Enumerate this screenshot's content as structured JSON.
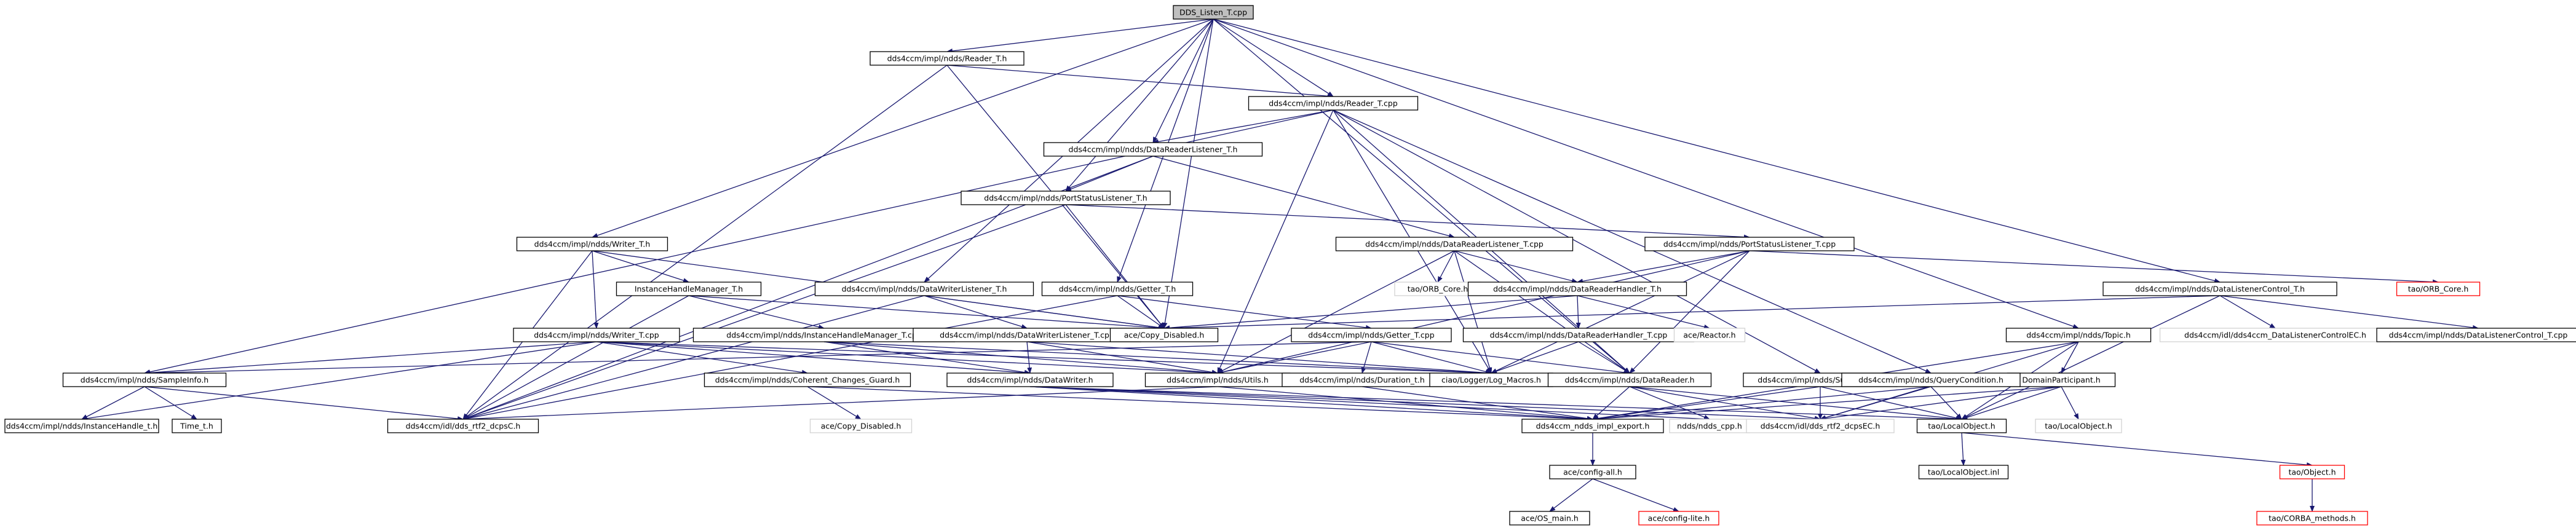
{
  "nodes": [
    {
      "id": "root",
      "label": "DDS_Listen_T.cpp",
      "kind": "root"
    },
    {
      "id": "reader_t_h",
      "label": "dds4ccm/impl/ndds/Reader_T.h",
      "kind": "file"
    },
    {
      "id": "reader_t_cpp",
      "label": "dds4ccm/impl/ndds/Reader_T.cpp",
      "kind": "file"
    },
    {
      "id": "drl_t_h",
      "label": "dds4ccm/impl/ndds/DataReaderListener_T.h",
      "kind": "file"
    },
    {
      "id": "psl_t_h",
      "label": "dds4ccm/impl/ndds/PortStatusListener_T.h",
      "kind": "file"
    },
    {
      "id": "writer_t_h",
      "label": "dds4ccm/impl/ndds/Writer_T.h",
      "kind": "file"
    },
    {
      "id": "ihm_t_h",
      "label": "InstanceHandleManager_T.h",
      "kind": "file"
    },
    {
      "id": "writer_t_cpp",
      "label": "dds4ccm/impl/ndds/Writer_T.cpp",
      "kind": "file"
    },
    {
      "id": "ihm_t_cpp",
      "label": "dds4ccm/impl/ndds/InstanceHandleManager_T.cpp",
      "kind": "file"
    },
    {
      "id": "dwl_t_h",
      "label": "dds4ccm/impl/ndds/DataWriterListener_T.h",
      "kind": "file"
    },
    {
      "id": "dwl_t_cpp",
      "label": "dds4ccm/impl/ndds/DataWriterListener_T.cpp",
      "kind": "file"
    },
    {
      "id": "getter_t_h",
      "label": "dds4ccm/impl/ndds/Getter_T.h",
      "kind": "file"
    },
    {
      "id": "getter_t_cpp",
      "label": "dds4ccm/impl/ndds/Getter_T.cpp",
      "kind": "file"
    },
    {
      "id": "copy_disabled_h",
      "label": "ace/Copy_Disabled.h",
      "kind": "file"
    },
    {
      "id": "drl_t_cpp",
      "label": "dds4ccm/impl/ndds/DataReaderListener_T.cpp",
      "kind": "file"
    },
    {
      "id": "psl_t_cpp",
      "label": "dds4ccm/impl/ndds/PortStatusListener_T.cpp",
      "kind": "file"
    },
    {
      "id": "tao_orb_core_1",
      "label": "tao/ORB_Core.h",
      "kind": "plain"
    },
    {
      "id": "drh_t_h",
      "label": "dds4ccm/impl/ndds/DataReaderHandler_T.h",
      "kind": "file"
    },
    {
      "id": "drh_t_cpp",
      "label": "dds4ccm/impl/ndds/DataReaderHandler_T.cpp",
      "kind": "file"
    },
    {
      "id": "ace_reactor",
      "label": "ace/Reactor.h",
      "kind": "plain"
    },
    {
      "id": "dlc_t_h",
      "label": "dds4ccm/impl/ndds/DataListenerControl_T.h",
      "kind": "file"
    },
    {
      "id": "dlc_ec_h",
      "label": "dds4ccm/idl/dds4ccm_DataListenerControlEC.h",
      "kind": "plain"
    },
    {
      "id": "dlc_t_cpp",
      "label": "dds4ccm/impl/ndds/DataListenerControl_T.cpp",
      "kind": "file"
    },
    {
      "id": "tao_orb_core_2",
      "label": "tao/ORB_Core.h",
      "kind": "missing"
    },
    {
      "id": "topic_h",
      "label": "dds4ccm/impl/ndds/Topic.h",
      "kind": "file"
    },
    {
      "id": "domain_participant_h",
      "label": "DomainParticipant.h",
      "kind": "file"
    },
    {
      "id": "sampleinfo_h",
      "label": "dds4ccm/impl/ndds/SampleInfo.h",
      "kind": "file"
    },
    {
      "id": "coherent_guard_h",
      "label": "dds4ccm/impl/ndds/Coherent_Changes_Guard.h",
      "kind": "file"
    },
    {
      "id": "datawriter_h",
      "label": "dds4ccm/impl/ndds/DataWriter.h",
      "kind": "file"
    },
    {
      "id": "utils_h",
      "label": "dds4ccm/impl/ndds/Utils.h",
      "kind": "file"
    },
    {
      "id": "duration_t_h",
      "label": "dds4ccm/impl/ndds/Duration_t.h",
      "kind": "file"
    },
    {
      "id": "log_macros_h",
      "label": "ciao/Logger/Log_Macros.h",
      "kind": "file"
    },
    {
      "id": "datareader_h",
      "label": "dds4ccm/impl/ndds/DataReader.h",
      "kind": "file"
    },
    {
      "id": "subscriber_h",
      "label": "dds4ccm/impl/ndds/Subscriber.h",
      "kind": "file"
    },
    {
      "id": "querycondition_h",
      "label": "dds4ccm/impl/ndds/QueryCondition.h",
      "kind": "file"
    },
    {
      "id": "instancehandle_t_h",
      "label": "dds4ccm/impl/ndds/InstanceHandle_t.h",
      "kind": "file"
    },
    {
      "id": "time_t_h",
      "label": "Time_t.h",
      "kind": "file"
    },
    {
      "id": "dds_rtf2_dcpsc_h",
      "label": "dds4ccm/idl/dds_rtf2_dcpsC.h",
      "kind": "file"
    },
    {
      "id": "copy_disabled_2",
      "label": "ace/Copy_Disabled.h",
      "kind": "plain"
    },
    {
      "id": "ndds_impl_export_h",
      "label": "dds4ccm_ndds_impl_export.h",
      "kind": "file"
    },
    {
      "id": "ndds_cpp_h",
      "label": "ndds/ndds_cpp.h",
      "kind": "plain"
    },
    {
      "id": "dcpsec_h",
      "label": "dds4ccm/idl/dds_rtf2_dcpsEC.h",
      "kind": "plain"
    },
    {
      "id": "localobject_h",
      "label": "tao/LocalObject.h",
      "kind": "file"
    },
    {
      "id": "localobject_h_2",
      "label": "tao/LocalObject.h",
      "kind": "plain"
    },
    {
      "id": "ace_config_all",
      "label": "ace/config-all.h",
      "kind": "file"
    },
    {
      "id": "localobject_inl",
      "label": "tao/LocalObject.inl",
      "kind": "file"
    },
    {
      "id": "tao_object_h",
      "label": "tao/Object.h",
      "kind": "missing"
    },
    {
      "id": "ace_os_main",
      "label": "ace/OS_main.h",
      "kind": "file"
    },
    {
      "id": "ace_config_lite",
      "label": "ace/config-lite.h",
      "kind": "missing"
    },
    {
      "id": "corba_methods",
      "label": "tao/CORBA_methods.h",
      "kind": "missing"
    }
  ],
  "edges": [
    [
      "root",
      "reader_t_h"
    ],
    [
      "root",
      "reader_t_cpp"
    ],
    [
      "root",
      "drl_t_h"
    ],
    [
      "root",
      "psl_t_h"
    ],
    [
      "root",
      "writer_t_h"
    ],
    [
      "root",
      "dwl_t_h"
    ],
    [
      "root",
      "getter_t_h"
    ],
    [
      "root",
      "topic_h"
    ],
    [
      "root",
      "dlc_t_h"
    ],
    [
      "root",
      "datareader_h"
    ],
    [
      "root",
      "copy_disabled_h"
    ],
    [
      "reader_t_h",
      "reader_t_cpp"
    ],
    [
      "reader_t_h",
      "copy_disabled_h"
    ],
    [
      "reader_t_h",
      "dds_rtf2_dcpsc_h"
    ],
    [
      "reader_t_cpp",
      "drl_t_h"
    ],
    [
      "reader_t_cpp",
      "sampleinfo_h"
    ],
    [
      "reader_t_cpp",
      "utils_h"
    ],
    [
      "reader_t_cpp",
      "log_macros_h"
    ],
    [
      "reader_t_cpp",
      "datareader_h"
    ],
    [
      "reader_t_cpp",
      "subscriber_h"
    ],
    [
      "reader_t_cpp",
      "querycondition_h"
    ],
    [
      "drl_t_h",
      "psl_t_h"
    ],
    [
      "drl_t_h",
      "drl_t_cpp"
    ],
    [
      "drl_t_h",
      "dds_rtf2_dcpsc_h"
    ],
    [
      "psl_t_h",
      "psl_t_cpp"
    ],
    [
      "psl_t_h",
      "copy_disabled_h"
    ],
    [
      "psl_t_h",
      "dds_rtf2_dcpsc_h"
    ],
    [
      "writer_t_h",
      "writer_t_cpp"
    ],
    [
      "writer_t_h",
      "ihm_t_h"
    ],
    [
      "writer_t_h",
      "copy_disabled_h"
    ],
    [
      "writer_t_h",
      "dds_rtf2_dcpsc_h"
    ],
    [
      "ihm_t_h",
      "ihm_t_cpp"
    ],
    [
      "ihm_t_h",
      "copy_disabled_h"
    ],
    [
      "ihm_t_h",
      "dds_rtf2_dcpsc_h"
    ],
    [
      "writer_t_cpp",
      "sampleinfo_h"
    ],
    [
      "writer_t_cpp",
      "coherent_guard_h"
    ],
    [
      "writer_t_cpp",
      "datawriter_h"
    ],
    [
      "writer_t_cpp",
      "utils_h"
    ],
    [
      "writer_t_cpp",
      "log_macros_h"
    ],
    [
      "writer_t_cpp",
      "instancehandle_t_h"
    ],
    [
      "ihm_t_cpp",
      "datawriter_h"
    ],
    [
      "ihm_t_cpp",
      "log_macros_h"
    ],
    [
      "ihm_t_cpp",
      "utils_h"
    ],
    [
      "dwl_t_h",
      "dwl_t_cpp"
    ],
    [
      "dwl_t_h",
      "copy_disabled_h"
    ],
    [
      "dwl_t_h",
      "dds_rtf2_dcpsc_h"
    ],
    [
      "dwl_t_cpp",
      "datawriter_h"
    ],
    [
      "dwl_t_cpp",
      "log_macros_h"
    ],
    [
      "dwl_t_cpp",
      "utils_h"
    ],
    [
      "getter_t_h",
      "getter_t_cpp"
    ],
    [
      "getter_t_h",
      "copy_disabled_h"
    ],
    [
      "getter_t_h",
      "dds_rtf2_dcpsc_h"
    ],
    [
      "getter_t_cpp",
      "utils_h"
    ],
    [
      "getter_t_cpp",
      "duration_t_h"
    ],
    [
      "getter_t_cpp",
      "log_macros_h"
    ],
    [
      "getter_t_cpp",
      "datareader_h"
    ],
    [
      "getter_t_cpp",
      "sampleinfo_h"
    ],
    [
      "drl_t_cpp",
      "tao_orb_core_1"
    ],
    [
      "drl_t_cpp",
      "drh_t_h"
    ],
    [
      "drl_t_cpp",
      "utils_h"
    ],
    [
      "drl_t_cpp",
      "log_macros_h"
    ],
    [
      "drl_t_cpp",
      "datareader_h"
    ],
    [
      "psl_t_cpp",
      "drh_t_h"
    ],
    [
      "psl_t_cpp",
      "tao_orb_core_2"
    ],
    [
      "psl_t_cpp",
      "utils_h"
    ],
    [
      "psl_t_cpp",
      "log_macros_h"
    ],
    [
      "psl_t_cpp",
      "datareader_h"
    ],
    [
      "drh_t_h",
      "drh_t_cpp"
    ],
    [
      "drh_t_h",
      "ace_reactor"
    ],
    [
      "drh_t_h",
      "copy_disabled_h"
    ],
    [
      "drh_t_cpp",
      "log_macros_h"
    ],
    [
      "drh_t_cpp",
      "datareader_h"
    ],
    [
      "dlc_t_h",
      "dlc_ec_h"
    ],
    [
      "dlc_t_h",
      "dlc_t_cpp"
    ],
    [
      "dlc_t_h",
      "localobject_h"
    ],
    [
      "dlc_t_h",
      "copy_disabled_h"
    ],
    [
      "topic_h",
      "domain_participant_h"
    ],
    [
      "topic_h",
      "ndds_impl_export_h"
    ],
    [
      "topic_h",
      "localobject_h"
    ],
    [
      "topic_h",
      "dcpsec_h"
    ],
    [
      "domain_participant_h",
      "ndds_impl_export_h"
    ],
    [
      "domain_participant_h",
      "localobject_h"
    ],
    [
      "domain_participant_h",
      "localobject_h_2"
    ],
    [
      "domain_participant_h",
      "dcpsec_h"
    ],
    [
      "sampleinfo_h",
      "instancehandle_t_h"
    ],
    [
      "sampleinfo_h",
      "time_t_h"
    ],
    [
      "sampleinfo_h",
      "dds_rtf2_dcpsc_h"
    ],
    [
      "coherent_guard_h",
      "copy_disabled_2"
    ],
    [
      "coherent_guard_h",
      "ndds_impl_export_h"
    ],
    [
      "datawriter_h",
      "ndds_impl_export_h"
    ],
    [
      "datawriter_h",
      "ndds_cpp_h"
    ],
    [
      "datawriter_h",
      "dcpsec_h"
    ],
    [
      "datawriter_h",
      "localobject_h"
    ],
    [
      "utils_h",
      "ndds_impl_export_h"
    ],
    [
      "utils_h",
      "dds_rtf2_dcpsc_h"
    ],
    [
      "duration_t_h",
      "ndds_impl_export_h"
    ],
    [
      "datareader_h",
      "ndds_impl_export_h"
    ],
    [
      "datareader_h",
      "localobject_h"
    ],
    [
      "datareader_h",
      "dcpsec_h"
    ],
    [
      "datareader_h",
      "ndds_cpp_h"
    ],
    [
      "subscriber_h",
      "ndds_impl_export_h"
    ],
    [
      "subscriber_h",
      "localobject_h"
    ],
    [
      "subscriber_h",
      "dcpsec_h"
    ],
    [
      "querycondition_h",
      "ndds_impl_export_h"
    ],
    [
      "querycondition_h",
      "localobject_h"
    ],
    [
      "querycondition_h",
      "dcpsec_h"
    ],
    [
      "ndds_impl_export_h",
      "ace_config_all"
    ],
    [
      "ace_config_all",
      "ace_os_main"
    ],
    [
      "ace_config_all",
      "ace_config_lite"
    ],
    [
      "localobject_h",
      "localobject_inl"
    ],
    [
      "localobject_h",
      "tao_object_h"
    ],
    [
      "tao_object_h",
      "corba_methods"
    ]
  ],
  "colors": {
    "edge": "#191970",
    "node_fill": "#ffffff",
    "node_border": "#000000",
    "root_fill": "#bfbfbf",
    "missing_border": "#ff0000",
    "plain_border": "#d3d3d3",
    "text": "#000000"
  }
}
